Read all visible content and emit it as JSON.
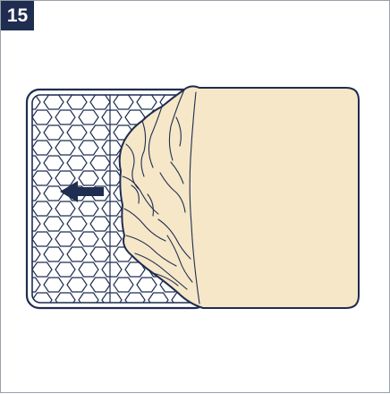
{
  "step": {
    "number": "15"
  },
  "colors": {
    "badge_bg": "#1f2d50",
    "outline": "#1f2d50",
    "sheet_fill": "#f5e7c8",
    "mattress_fill": "#ffffff"
  },
  "illustration": {
    "subject": "mattress-with-fitted-sheet",
    "arrow_direction": "left"
  }
}
